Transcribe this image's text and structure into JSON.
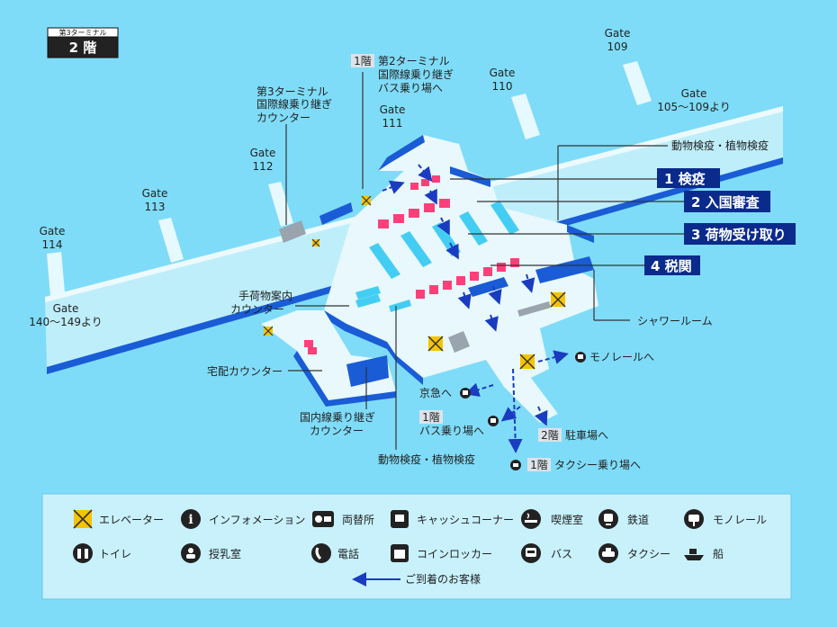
{
  "floor": {
    "terminal": "第3ターミナル",
    "level": "2 階"
  },
  "gates": [
    {
      "id": "g109",
      "line1": "Gate",
      "line2": "109"
    },
    {
      "id": "g110",
      "line1": "Gate",
      "line2": "110"
    },
    {
      "id": "g105",
      "line1": "Gate",
      "line2": "105〜109より"
    },
    {
      "id": "g111",
      "line1": "Gate",
      "line2": "111"
    },
    {
      "id": "g112",
      "line1": "Gate",
      "line2": "112"
    },
    {
      "id": "g113",
      "line1": "Gate",
      "line2": "113"
    },
    {
      "id": "g114",
      "line1": "Gate",
      "line2": "114"
    },
    {
      "id": "g140",
      "line1": "Gate",
      "line2": "140〜149より"
    }
  ],
  "labels": {
    "t2_floor": "1階",
    "t2_line1": "第2ターミナル",
    "t2_line2": "国際線乗り継ぎ",
    "t2_line3": "バス乗り場へ",
    "t3_line1": "第3ターミナル",
    "t3_line2": "国際線乗り継ぎ",
    "t3_line3": "カウンター",
    "quarantine_top": "動物検疫・植物検疫",
    "quarantine_bottom": "動物検疫・植物検疫",
    "baggage_info_1": "手荷物案内",
    "baggage_info_2": "カウンター",
    "delivery": "宅配カウンター",
    "domestic_1": "国内線乗り継ぎ",
    "domestic_2": "カウンター",
    "shower": "シャワールーム",
    "monorail": "モノレールへ",
    "keikyu": "京急へ",
    "bus_floor": "1階",
    "bus": "バス乗り場へ",
    "parking_floor": "2階",
    "parking": "駐車場へ",
    "taxi_floor": "1階",
    "taxi": "タクシー乗り場へ"
  },
  "steps": [
    {
      "label": "1 検疫"
    },
    {
      "label": "2 入国審査"
    },
    {
      "label": "3 荷物受け取り"
    },
    {
      "label": "4 税関"
    }
  ],
  "legend": {
    "elevator": "エレベーター",
    "info": "インフォメーション",
    "exchange": "両替所",
    "cash": "キャッシュコーナー",
    "smoking": "喫煙室",
    "rail": "鉄道",
    "monorail": "モノレール",
    "toilet": "トイレ",
    "nursing": "授乳室",
    "phone": "電話",
    "locker": "コインロッカー",
    "bus": "バス",
    "taxi": "タクシー",
    "ship": "船",
    "arrival": "ご到着のお客様"
  },
  "colors": {
    "sky": "#7fdcf8",
    "floor_top": "#e8f8fd",
    "floor_wall": "#1a5bd6",
    "pier": "#bfeefb",
    "step_bg": "#0a2a8c",
    "counter_pink": "#ff3f7a",
    "belt": "#44cdf3",
    "arrow": "#1a3cc0",
    "elevator": "#f5c400"
  }
}
